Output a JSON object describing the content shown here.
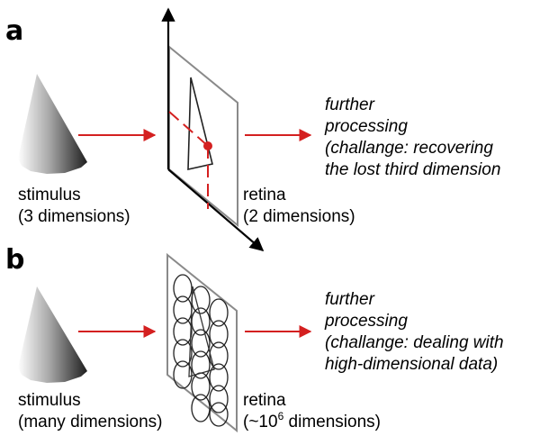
{
  "colors": {
    "accent": "#d42020",
    "plane_stroke": "#8a8a8a",
    "ink": "#111111"
  },
  "panels": [
    {
      "id": "a",
      "label": "a",
      "stimulus_lines": [
        "stimulus",
        "(3 dimensions)"
      ],
      "retina_lines": [
        "retina",
        "(2 dimensions)"
      ],
      "processing_lines": [
        "further",
        "processing",
        "(challange: recovering",
        "the lost third dimension"
      ]
    },
    {
      "id": "b",
      "label": "b",
      "stimulus_lines": [
        "stimulus",
        "(many dimensions)"
      ],
      "retina_lines": [
        "retina"
      ],
      "retina_dims": {
        "prefix": "(~10",
        "exponent": "6",
        "suffix": " dimensions)"
      },
      "processing_lines": [
        "further",
        "processing",
        "(challange: dealing with",
        "high-dimensional data)"
      ]
    }
  ]
}
